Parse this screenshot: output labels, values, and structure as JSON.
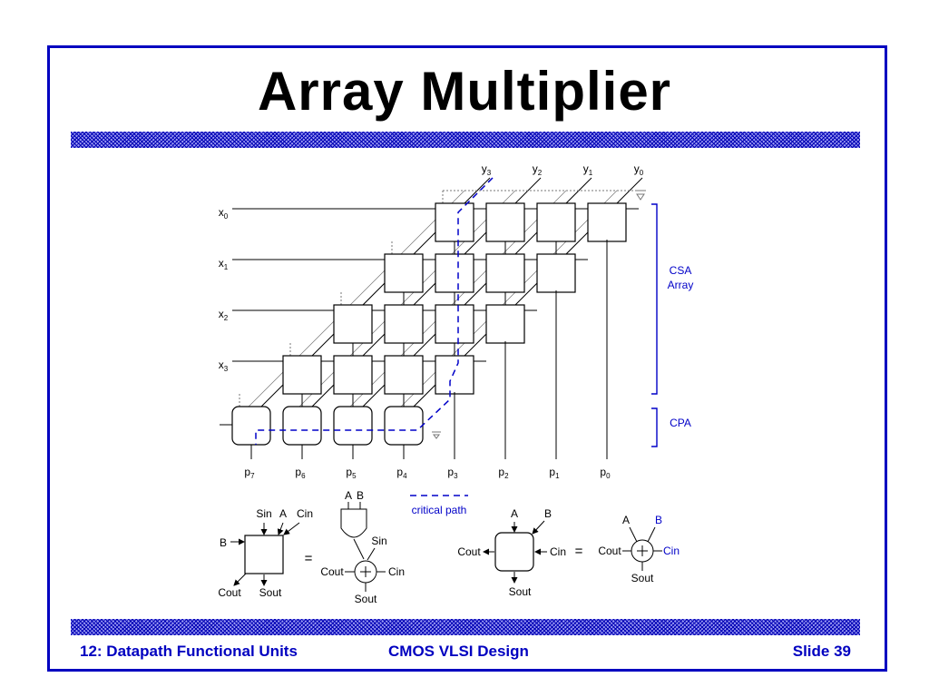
{
  "slide": {
    "title": "Array Multiplier",
    "footer_left": "12: Datapath Functional Units",
    "footer_center": "CMOS VLSI Design",
    "footer_right": "Slide 39"
  },
  "diagram": {
    "y_inputs": [
      {
        "base": "y",
        "sub": "3"
      },
      {
        "base": "y",
        "sub": "2"
      },
      {
        "base": "y",
        "sub": "1"
      },
      {
        "base": "y",
        "sub": "0"
      }
    ],
    "x_inputs": [
      {
        "base": "x",
        "sub": "0"
      },
      {
        "base": "x",
        "sub": "1"
      },
      {
        "base": "x",
        "sub": "2"
      },
      {
        "base": "x",
        "sub": "3"
      }
    ],
    "p_outputs": [
      {
        "base": "p",
        "sub": "7"
      },
      {
        "base": "p",
        "sub": "6"
      },
      {
        "base": "p",
        "sub": "5"
      },
      {
        "base": "p",
        "sub": "4"
      },
      {
        "base": "p",
        "sub": "3"
      },
      {
        "base": "p",
        "sub": "2"
      },
      {
        "base": "p",
        "sub": "1"
      },
      {
        "base": "p",
        "sub": "0"
      }
    ],
    "csa_label_1": "CSA",
    "csa_label_2": "Array",
    "cpa_label": "CPA",
    "critical_path_label": "critical path",
    "accent_color": "#0000c8"
  },
  "legend": {
    "csa_cell": {
      "sin": "Sin",
      "a": "A",
      "cin": "Cin",
      "b": "B",
      "cout": "Cout",
      "sout": "Sout"
    },
    "eq": "=",
    "csa_impl": {
      "a": "A",
      "b": "B",
      "sin": "Sin",
      "cout": "Cout",
      "cin": "Cin",
      "sout": "Sout"
    },
    "cpa_cell": {
      "a": "A",
      "b": "B",
      "cout": "Cout",
      "cin": "Cin",
      "sout": "Sout"
    },
    "cpa_impl": {
      "a": "A",
      "b": "B",
      "cout": "Cout",
      "cin": "Cin",
      "sout": "Sout"
    }
  }
}
